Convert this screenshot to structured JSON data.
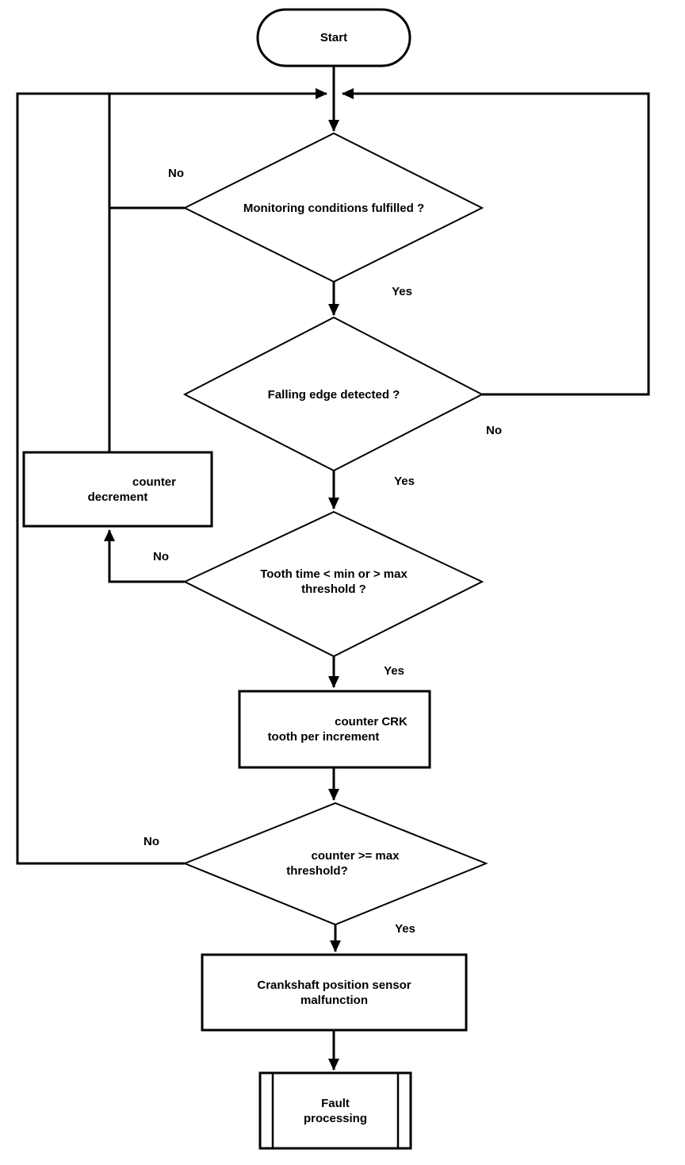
{
  "flowchart": {
    "title_semantic": "Crankshaft position sensor monitoring flowchart",
    "colors": {
      "stroke": "#000000",
      "background": "#ffffff"
    },
    "start": {
      "label": "Start"
    },
    "decision_monitoring": {
      "lines": [
        "Monitoring conditions fulfilled ?"
      ],
      "no_label": "No",
      "yes_label": "Yes"
    },
    "decision_falling_edge": {
      "lines": [
        "Falling edge detected ?"
      ],
      "no_label": "No",
      "yes_label": "Yes"
    },
    "decision_tooth_time": {
      "lines": [
        "Tooth time < min or > max",
        "threshold ?"
      ],
      "no_label": "No",
      "yes_label": "Yes"
    },
    "decision_counter_max": {
      "lines": [
        "counter >= max",
        "threshold?"
      ],
      "no_label": "No",
      "yes_label": "Yes"
    },
    "process_counter_decrement": {
      "lines": [
        "counter",
        "decrement"
      ]
    },
    "process_counter_crk": {
      "lines": [
        "counter CRK",
        "tooth per increment"
      ]
    },
    "process_malfunction": {
      "lines": [
        "Crankshaft position sensor",
        "malfunction"
      ]
    },
    "predefined_fault_processing": {
      "lines": [
        "Fault",
        "processing"
      ]
    }
  }
}
